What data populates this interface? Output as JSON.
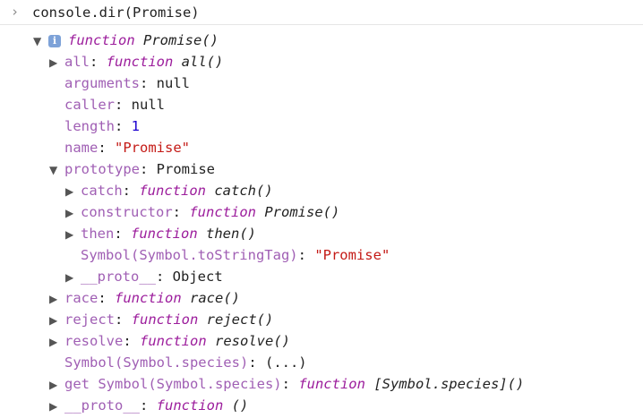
{
  "console": {
    "prompt_glyph": "›",
    "input": "console.dir(Promise)"
  },
  "tree": {
    "root": {
      "fn_keyword": "function",
      "fn_name": "Promise()"
    },
    "rows": [
      {
        "key": "all",
        "sep": ": ",
        "fn_keyword": "function",
        "fn_name": "all()"
      },
      {
        "key": "arguments",
        "sep": ": ",
        "value": "null"
      },
      {
        "key": "caller",
        "sep": ": ",
        "value": "null"
      },
      {
        "key": "length",
        "sep": ": ",
        "value": "1"
      },
      {
        "key": "name",
        "sep": ": ",
        "value": "\"Promise\""
      },
      {
        "key": "prototype",
        "sep": ": ",
        "value": "Promise"
      },
      {
        "key": "catch",
        "sep": ": ",
        "fn_keyword": "function",
        "fn_name": "catch()"
      },
      {
        "key": "constructor",
        "sep": ": ",
        "fn_keyword": "function",
        "fn_name": "Promise()"
      },
      {
        "key": "then",
        "sep": ": ",
        "fn_keyword": "function",
        "fn_name": "then()"
      },
      {
        "key": "Symbol(Symbol.toStringTag)",
        "sep": ": ",
        "value": "\"Promise\""
      },
      {
        "key": "__proto__",
        "sep": ": ",
        "value": "Object"
      },
      {
        "key": "race",
        "sep": ": ",
        "fn_keyword": "function",
        "fn_name": "race()"
      },
      {
        "key": "reject",
        "sep": ": ",
        "fn_keyword": "function",
        "fn_name": "reject()"
      },
      {
        "key": "resolve",
        "sep": ": ",
        "fn_keyword": "function",
        "fn_name": "resolve()"
      },
      {
        "key": "Symbol(Symbol.species)",
        "sep": ": ",
        "value": "(...)"
      },
      {
        "key": "get Symbol(Symbol.species)",
        "sep": ": ",
        "fn_keyword": "function",
        "fn_name": "[Symbol.species]()"
      },
      {
        "key": "__proto__",
        "sep": ": ",
        "fn_keyword": "function",
        "fn_name": "()"
      }
    ]
  },
  "colors": {
    "key": "#a05fb4",
    "function_keyword": "#9c1d9c",
    "string": "#c41a16",
    "number": "#1c00cf",
    "info_badge": "#7da2d8"
  },
  "icons": {
    "prompt": "chevron-right-icon",
    "expanded": "triangle-down-icon",
    "collapsed": "triangle-right-icon",
    "info": "info-icon"
  }
}
